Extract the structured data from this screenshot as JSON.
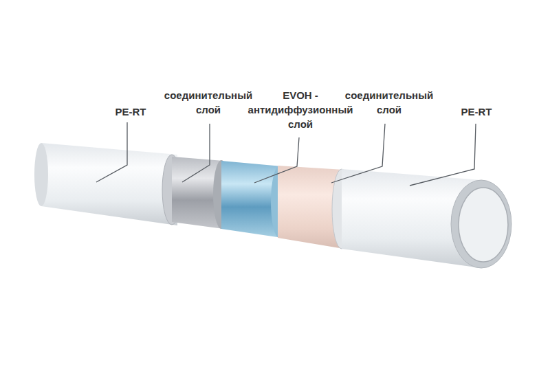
{
  "diagram": {
    "labels": [
      "PE-RT",
      "соединительный слой",
      "EVOH - антидиффузионный слой",
      "соединительный слой",
      "PE-RT"
    ]
  }
}
